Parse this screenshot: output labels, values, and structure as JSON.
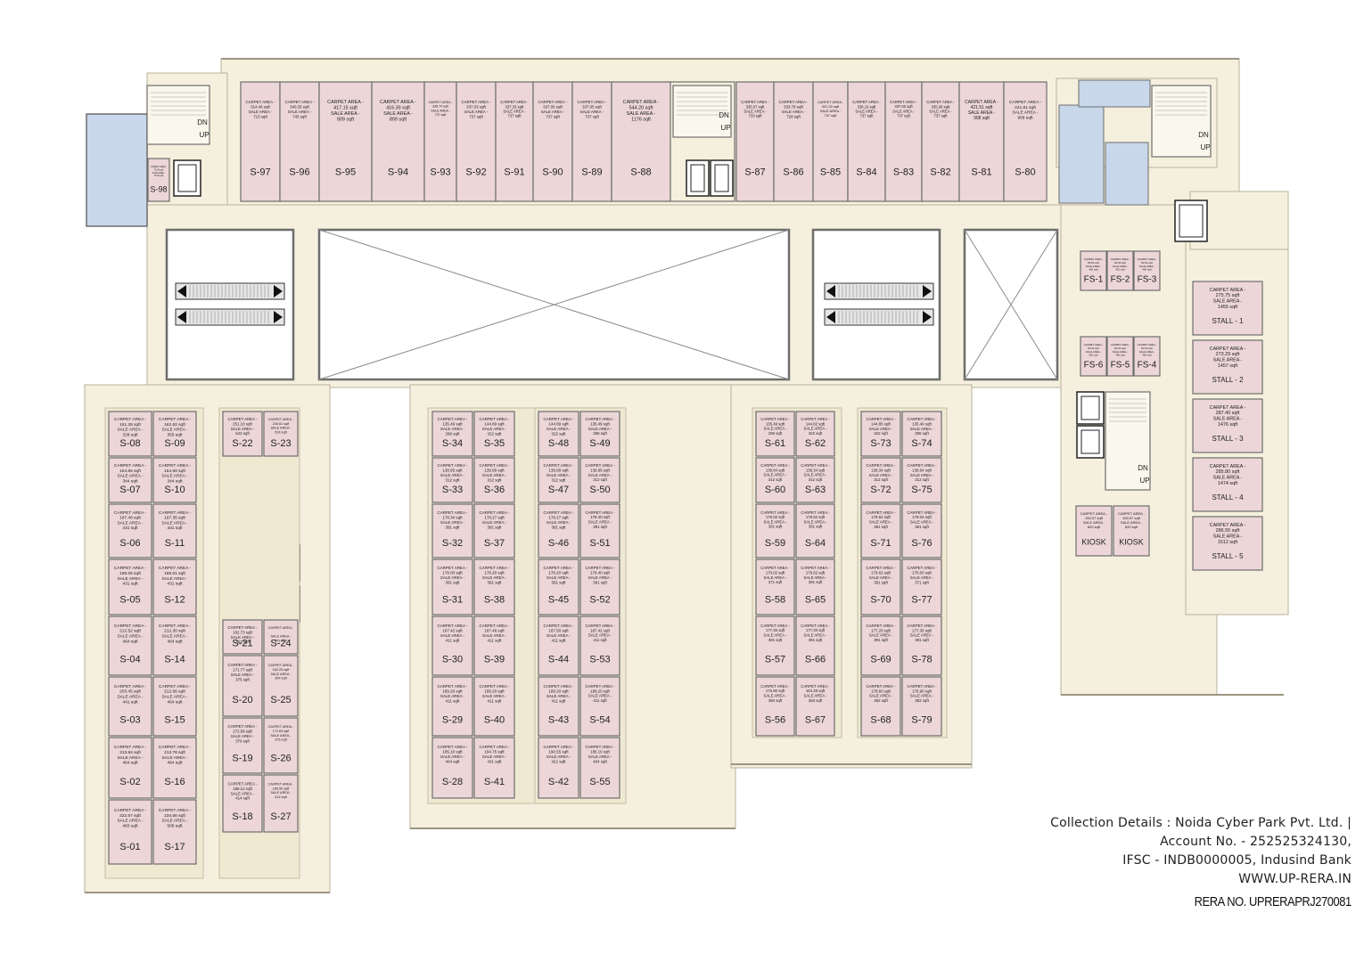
{
  "plan": {
    "colors": {
      "corridor": "#f5f0dd",
      "shop": "#ecd6d8",
      "service": "#c9d7ea",
      "wall": "#6d6d6d",
      "outline": "#b8b09a"
    },
    "shop_text": {
      "carpet": "CARPET AREA -",
      "sale": "SALE AREA -",
      "unit": "sqft"
    },
    "top_shops": [
      {
        "id": "S-97",
        "carpet": "314.46",
        "sale": "713"
      },
      {
        "id": "S-96",
        "carpet": "340.35",
        "sale": "745"
      },
      {
        "id": "S-95",
        "carpet": "417.15",
        "sale": "909"
      },
      {
        "id": "S-94",
        "carpet": "416.39",
        "sale": "899"
      },
      {
        "id": "S-93",
        "carpet": "336.74",
        "sale": "737"
      },
      {
        "id": "S-92",
        "carpet": "337.03",
        "sale": "737"
      },
      {
        "id": "S-91",
        "carpet": "337.33",
        "sale": "737"
      },
      {
        "id": "S-90",
        "carpet": "337.05",
        "sale": "737"
      },
      {
        "id": "S-89",
        "carpet": "337.05",
        "sale": "737"
      },
      {
        "id": "S-88",
        "carpet": "544.20",
        "sale": "1176"
      },
      {
        "id": "S-87",
        "carpet": "335.07",
        "sale": "733"
      },
      {
        "id": "S-86",
        "carpet": "333.78",
        "sale": "728"
      },
      {
        "id": "S-85",
        "carpet": "337.00",
        "sale": "737"
      },
      {
        "id": "S-84",
        "carpet": "336.16",
        "sale": "737"
      },
      {
        "id": "S-83",
        "carpet": "337.06",
        "sale": "737"
      },
      {
        "id": "S-82",
        "carpet": "335.99",
        "sale": "737"
      },
      {
        "id": "S-81",
        "carpet": "421.51",
        "sale": "908"
      },
      {
        "id": "S-80",
        "carpet": "421.81",
        "sale": "908"
      }
    ],
    "small_shop": {
      "id": "S-98",
      "carpet": "75.30",
      "sale": "75.30"
    },
    "stair_labels": {
      "up": "UP",
      "dn": "DN"
    },
    "food_stalls": [
      {
        "id": "FS-1",
        "carpet": "80.60",
        "sale": "400"
      },
      {
        "id": "FS-2",
        "carpet": "80.30",
        "sale": "401"
      },
      {
        "id": "FS-3",
        "carpet": "80.30",
        "sale": "400"
      },
      {
        "id": "FS-6",
        "carpet": "90.30",
        "sale": "502"
      },
      {
        "id": "FS-5",
        "carpet": "80.30",
        "sale": "400"
      },
      {
        "id": "FS-4",
        "carpet": "80.30",
        "sale": "400"
      }
    ],
    "stalls": [
      {
        "id": "STALL - 1",
        "carpet": "275.75",
        "sale": "1455"
      },
      {
        "id": "STALL - 2",
        "carpet": "273.29",
        "sale": "1457"
      },
      {
        "id": "STALL - 3",
        "carpet": "287.40",
        "sale": "1476"
      },
      {
        "id": "STALL - 4",
        "carpet": "285.80",
        "sale": "1474"
      },
      {
        "id": "STALL - 5",
        "carpet": "286.55",
        "sale": "1512"
      }
    ],
    "kiosks": [
      {
        "id": "KIOSK",
        "carpet": "163.57",
        "sale": "820"
      },
      {
        "id": "KIOSK",
        "carpet": "163.57",
        "sale": "820"
      }
    ],
    "wings": [
      {
        "rows": [
          [
            {
              "id": "S-08",
              "carpet": "151.28",
              "sale": "328"
            },
            {
              "id": "S-09",
              "carpet": "162.62",
              "sale": "355"
            }
          ],
          [
            {
              "id": "S-07",
              "carpet": "154.85",
              "sale": "344"
            },
            {
              "id": "S-10",
              "carpet": "154.69",
              "sale": "344"
            }
          ],
          [
            {
              "id": "S-06",
              "carpet": "197.48",
              "sale": "431"
            },
            {
              "id": "S-11",
              "carpet": "197.35",
              "sale": "431"
            }
          ],
          [
            {
              "id": "S-05",
              "carpet": "198.05",
              "sale": "431"
            },
            {
              "id": "S-12",
              "carpet": "198.01",
              "sale": "431"
            }
          ],
          [
            {
              "id": "S-04",
              "carpet": "212.52",
              "sale": "464"
            },
            {
              "id": "S-14",
              "carpet": "212.30",
              "sale": "464"
            }
          ],
          [
            {
              "id": "S-03",
              "carpet": "203.45",
              "sale": "441"
            },
            {
              "id": "S-15",
              "carpet": "212.66",
              "sale": "464"
            }
          ],
          [
            {
              "id": "S-02",
              "carpet": "213.84",
              "sale": "464"
            },
            {
              "id": "S-16",
              "carpet": "213.78",
              "sale": "464"
            }
          ],
          [
            {
              "id": "S-01",
              "carpet": "222.67",
              "sale": "483"
            },
            {
              "id": "S-17",
              "carpet": "234.56",
              "sale": "508"
            }
          ]
        ]
      },
      {
        "rows": [
          [
            {
              "id": "S-22",
              "carpet": "251.10",
              "sale": "542"
            },
            {
              "id": "S-23",
              "carpet": "240.61",
              "sale": "524"
            }
          ],
          [
            {
              "id": "S-21",
              "carpet": "162.73",
              "sale": "353"
            },
            {
              "id": "S-24",
              "carpet": "",
              "sale": "391"
            }
          ],
          [
            {
              "id": "S-20",
              "carpet": "171.77",
              "sale": "375"
            },
            {
              "id": "S-25",
              "carpet": "162.25",
              "sale": "354"
            }
          ],
          [
            {
              "id": "S-19",
              "carpet": "172.58",
              "sale": "376"
            },
            {
              "id": "S-26",
              "carpet": "172.63",
              "sale": "376"
            }
          ],
          [
            {
              "id": "S-18",
              "carpet": "189.12",
              "sale": "414"
            },
            {
              "id": "S-27",
              "carpet": "189.50",
              "sale": "414"
            }
          ]
        ]
      },
      {
        "rows": [
          [
            {
              "id": "S-34",
              "carpet": "135.49",
              "sale": "296"
            },
            {
              "id": "S-35",
              "carpet": "144.89",
              "sale": "322"
            }
          ],
          [
            {
              "id": "S-33",
              "carpet": "138.85",
              "sale": "312"
            },
            {
              "id": "S-36",
              "carpet": "139.68",
              "sale": "312"
            }
          ],
          [
            {
              "id": "S-32",
              "carpet": "178.34",
              "sale": "391"
            },
            {
              "id": "S-37",
              "carpet": "178.27",
              "sale": "391"
            }
          ],
          [
            {
              "id": "S-31",
              "carpet": "178.00",
              "sale": "391"
            },
            {
              "id": "S-38",
              "carpet": "178.20",
              "sale": "391"
            }
          ],
          [
            {
              "id": "S-30",
              "carpet": "187.42",
              "sale": "411"
            },
            {
              "id": "S-39",
              "carpet": "187.48",
              "sale": "411"
            }
          ],
          [
            {
              "id": "S-29",
              "carpet": "189.20",
              "sale": "411"
            },
            {
              "id": "S-40",
              "carpet": "189.20",
              "sale": "411"
            }
          ],
          [
            {
              "id": "S-28",
              "carpet": "185.10",
              "sale": "404"
            },
            {
              "id": "S-41",
              "carpet": "194.75",
              "sale": "431"
            }
          ]
        ]
      },
      {
        "rows": [
          [
            {
              "id": "S-48",
              "carpet": "144.89",
              "sale": "322"
            },
            {
              "id": "S-49",
              "carpet": "135.49",
              "sale": "296"
            }
          ],
          [
            {
              "id": "S-47",
              "carpet": "139.68",
              "sale": "312"
            },
            {
              "id": "S-50",
              "carpet": "139.85",
              "sale": "312"
            }
          ],
          [
            {
              "id": "S-46",
              "carpet": "178.27",
              "sale": "391"
            },
            {
              "id": "S-51",
              "carpet": "178.40",
              "sale": "391"
            }
          ],
          [
            {
              "id": "S-45",
              "carpet": "178.20",
              "sale": "391"
            },
            {
              "id": "S-52",
              "carpet": "178.40",
              "sale": "391"
            }
          ],
          [
            {
              "id": "S-44",
              "carpet": "187.50",
              "sale": "411"
            },
            {
              "id": "S-53",
              "carpet": "187.42",
              "sale": "411"
            }
          ],
          [
            {
              "id": "S-43",
              "carpet": "189.20",
              "sale": "411"
            },
            {
              "id": "S-54",
              "carpet": "189.20",
              "sale": "411"
            }
          ],
          [
            {
              "id": "S-42",
              "carpet": "190.55",
              "sale": "422"
            },
            {
              "id": "S-55",
              "carpet": "185.10",
              "sale": "404"
            }
          ]
        ]
      },
      {
        "rows": [
          [
            {
              "id": "S-61",
              "carpet": "135.49",
              "sale": "296"
            },
            {
              "id": "S-62",
              "carpet": "144.82",
              "sale": "322"
            }
          ],
          [
            {
              "id": "S-60",
              "carpet": "138.84",
              "sale": "312"
            },
            {
              "id": "S-63",
              "carpet": "138.34",
              "sale": "312"
            }
          ],
          [
            {
              "id": "S-59",
              "carpet": "179.02",
              "sale": "391"
            },
            {
              "id": "S-64",
              "carpet": "179.62",
              "sale": "391"
            }
          ],
          [
            {
              "id": "S-58",
              "carpet": "170.02",
              "sale": "371"
            },
            {
              "id": "S-65",
              "carpet": "179.62",
              "sale": "391"
            }
          ],
          [
            {
              "id": "S-57",
              "carpet": "177.36",
              "sale": "391"
            },
            {
              "id": "S-66",
              "carpet": "177.20",
              "sale": "391"
            }
          ],
          [
            {
              "id": "S-56",
              "carpet": "176.90",
              "sale": "392"
            },
            {
              "id": "S-67",
              "carpet": "164.28",
              "sale": "363"
            }
          ]
        ]
      },
      {
        "rows": [
          [
            {
              "id": "S-73",
              "carpet": "144.85",
              "sale": "322"
            },
            {
              "id": "S-74",
              "carpet": "135.49",
              "sale": "296"
            }
          ],
          [
            {
              "id": "S-72",
              "carpet": "138.34",
              "sale": "312"
            },
            {
              "id": "S-75",
              "carpet": "138.64",
              "sale": "312"
            }
          ],
          [
            {
              "id": "S-71",
              "carpet": "179.62",
              "sale": "391"
            },
            {
              "id": "S-76",
              "carpet": "179.02",
              "sale": "391"
            }
          ],
          [
            {
              "id": "S-70",
              "carpet": "179.62",
              "sale": "391"
            },
            {
              "id": "S-77",
              "carpet": "170.00",
              "sale": "371"
            }
          ],
          [
            {
              "id": "S-69",
              "carpet": "177.20",
              "sale": "391"
            },
            {
              "id": "S-78",
              "carpet": "177.36",
              "sale": "391"
            }
          ],
          [
            {
              "id": "S-68",
              "carpet": "178.60",
              "sale": "392"
            },
            {
              "id": "S-79",
              "carpet": "176.90",
              "sale": "392"
            }
          ]
        ]
      }
    ]
  },
  "footer": {
    "lines": [
      "Collection Details : Noida Cyber Park Pvt. Ltd. |",
      "Account No. - 252525324130,",
      "IFSC - INDB0000005, Indusind Bank",
      "WWW.UP-RERA.IN"
    ],
    "rera": "RERA NO. UPRERAPRJ270081"
  }
}
